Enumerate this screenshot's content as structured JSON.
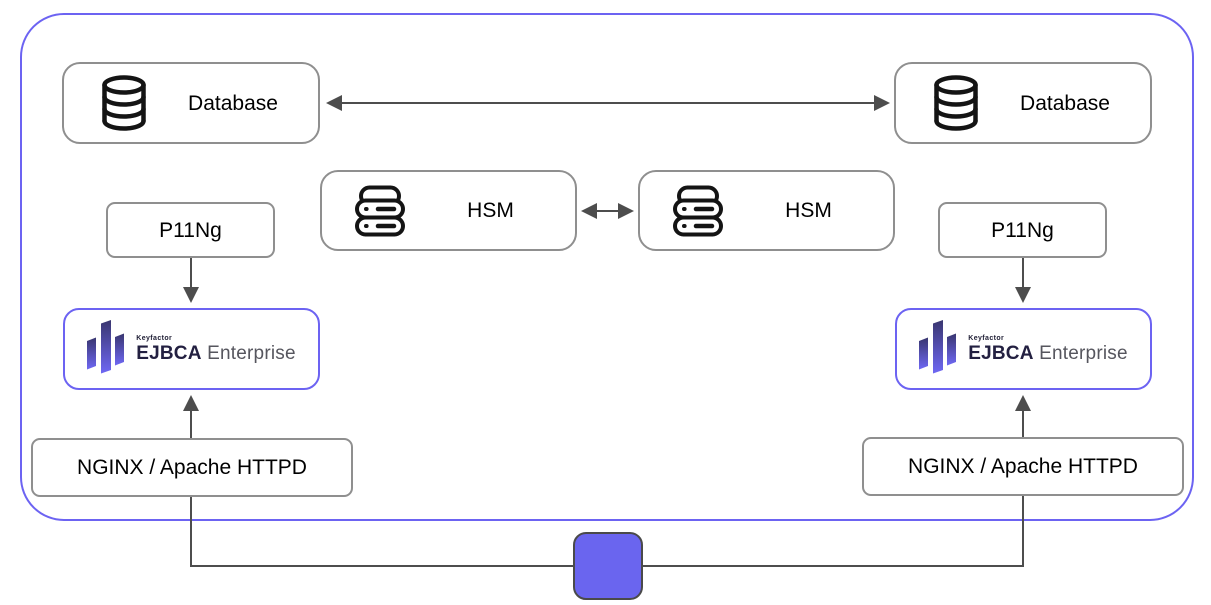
{
  "colors": {
    "frame_border": "#6C63F2",
    "ejbca_border": "#6C63F2",
    "junction_fill": "#6A65EF",
    "junction_border": "#4a4a4a",
    "box_border": "#8f8f8f",
    "edge_line": "#4d4d4d",
    "label_text": "#000000",
    "logo_gradient_top": "#39366f",
    "logo_gradient_bottom": "#6f68f4",
    "ejbca_text": "#232041",
    "enterprise_text": "#56565e"
  },
  "nodes": {
    "database_left": {
      "label": "Database",
      "icon": "database-icon"
    },
    "database_right": {
      "label": "Database",
      "icon": "database-icon"
    },
    "hsm_left": {
      "label": "HSM",
      "icon": "server-stack-icon"
    },
    "hsm_right": {
      "label": "HSM",
      "icon": "server-stack-icon"
    },
    "p11ng_left": {
      "label": "P11Ng"
    },
    "p11ng_right": {
      "label": "P11Ng"
    },
    "ejbca_left": {
      "brand": "Keyfactor",
      "product": "EJBCA",
      "edition": "Enterprise",
      "icon": "keyfactor-logo-icon"
    },
    "ejbca_right": {
      "brand": "Keyfactor",
      "product": "EJBCA",
      "edition": "Enterprise",
      "icon": "keyfactor-logo-icon"
    },
    "nginx_left": {
      "label": "NGINX / Apache HTTPD"
    },
    "nginx_right": {
      "label": "NGINX / Apache HTTPD"
    },
    "junction": {
      "label": ""
    }
  },
  "edges": [
    {
      "from": "database_left",
      "to": "database_right",
      "style": "double-arrow"
    },
    {
      "from": "hsm_left",
      "to": "hsm_right",
      "style": "double-arrow"
    },
    {
      "from": "p11ng_left",
      "to": "ejbca_left",
      "style": "arrow"
    },
    {
      "from": "p11ng_right",
      "to": "ejbca_right",
      "style": "arrow"
    },
    {
      "from": "nginx_left",
      "to": "ejbca_left",
      "style": "arrow"
    },
    {
      "from": "nginx_right",
      "to": "ejbca_right",
      "style": "arrow"
    },
    {
      "from": "nginx_left",
      "to": "junction",
      "style": "line"
    },
    {
      "from": "nginx_right",
      "to": "junction",
      "style": "line"
    }
  ]
}
